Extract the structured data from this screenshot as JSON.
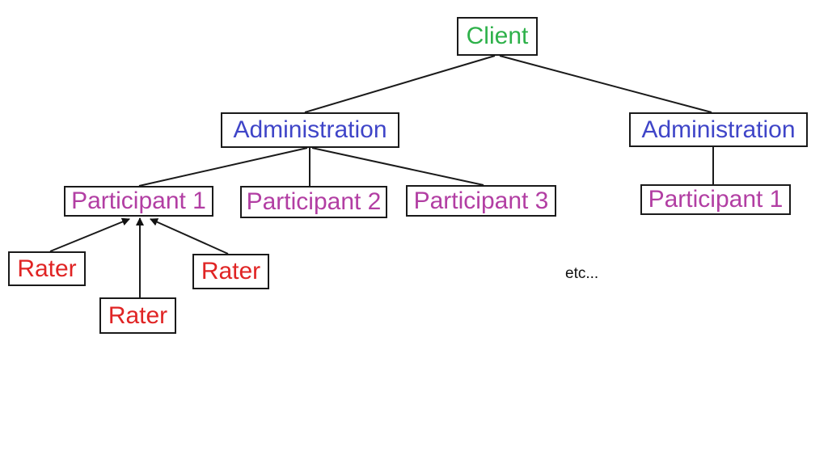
{
  "diagram": {
    "type": "hierarchy",
    "nodes": {
      "client": "Client",
      "admin_left": "Administration",
      "admin_right": "Administration",
      "participant_1": "Participant 1",
      "participant_2": "Participant 2",
      "participant_3": "Participant 3",
      "participant_right_1": "Participant 1",
      "rater_left": "Rater",
      "rater_middle": "Rater",
      "rater_right": "Rater"
    },
    "note": "etc...",
    "colors": {
      "client": "#2eb14a",
      "administration": "#3f45c8",
      "participant": "#b23ea3",
      "rater": "#e02424",
      "lines": "#1a1a1a"
    },
    "edges": [
      {
        "from": "client",
        "to": "admin_left",
        "style": "line"
      },
      {
        "from": "client",
        "to": "admin_right",
        "style": "line"
      },
      {
        "from": "admin_left",
        "to": "participant_1",
        "style": "line"
      },
      {
        "from": "admin_left",
        "to": "participant_2",
        "style": "line"
      },
      {
        "from": "admin_left",
        "to": "participant_3",
        "style": "line"
      },
      {
        "from": "admin_right",
        "to": "participant_right_1",
        "style": "line"
      },
      {
        "from": "rater_left",
        "to": "participant_1",
        "style": "arrow"
      },
      {
        "from": "rater_middle",
        "to": "participant_1",
        "style": "arrow"
      },
      {
        "from": "rater_right",
        "to": "participant_1",
        "style": "arrow"
      }
    ]
  }
}
